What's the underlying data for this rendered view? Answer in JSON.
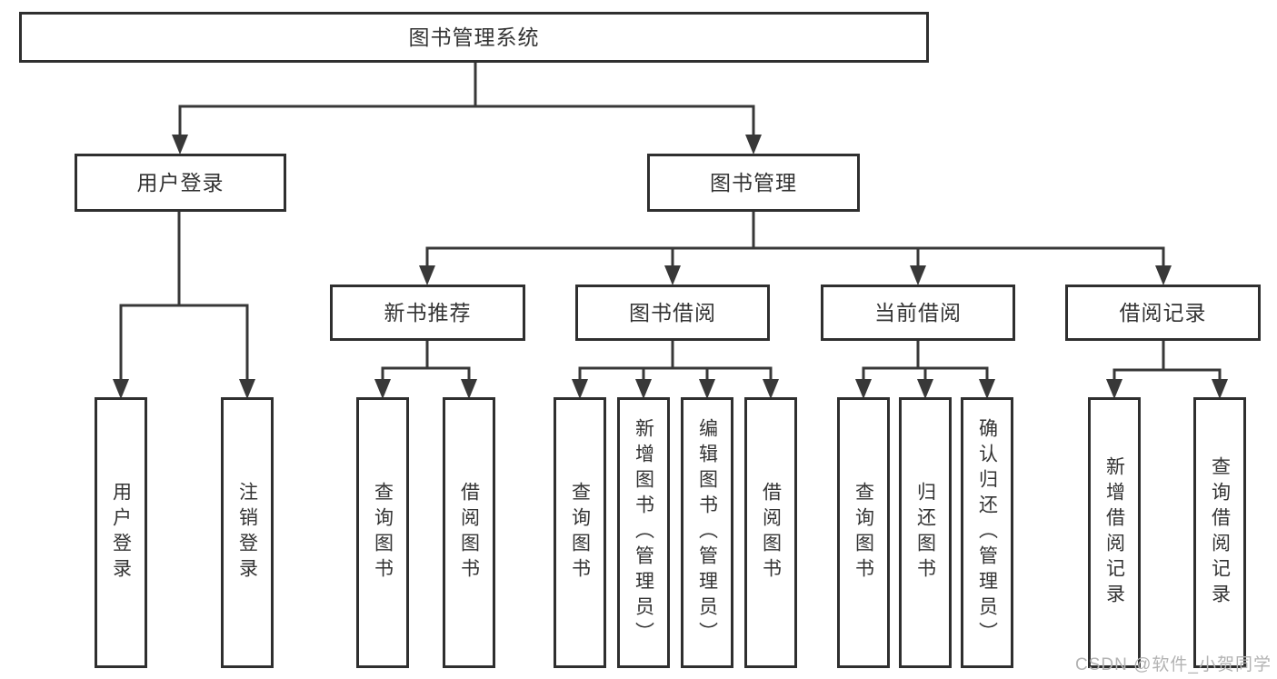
{
  "diagram": {
    "type": "tree",
    "root": {
      "label": "图书管理系统"
    },
    "level2": [
      {
        "label": "用户登录",
        "parent": "图书管理系统"
      },
      {
        "label": "图书管理",
        "parent": "图书管理系统"
      }
    ],
    "level3": [
      {
        "label": "新书推荐",
        "parent": "图书管理"
      },
      {
        "label": "图书借阅",
        "parent": "图书管理"
      },
      {
        "label": "当前借阅",
        "parent": "图书管理"
      },
      {
        "label": "借阅记录",
        "parent": "图书管理"
      }
    ],
    "leaves": [
      {
        "label": "用户登录",
        "parent": "用户登录"
      },
      {
        "label": "注销登录",
        "parent": "用户登录"
      },
      {
        "label": "查询图书",
        "parent": "新书推荐"
      },
      {
        "label": "借阅图书",
        "parent": "新书推荐"
      },
      {
        "label": "查询图书",
        "parent": "图书借阅"
      },
      {
        "label": "新增图书（管理员）",
        "parent": "图书借阅"
      },
      {
        "label": "编辑图书（管理员）",
        "parent": "图书借阅"
      },
      {
        "label": "借阅图书",
        "parent": "图书借阅"
      },
      {
        "label": "查询图书",
        "parent": "当前借阅"
      },
      {
        "label": "归还图书",
        "parent": "当前借阅"
      },
      {
        "label": "确认归还（管理员）",
        "parent": "当前借阅"
      },
      {
        "label": "新增借阅记录",
        "parent": "借阅记录"
      },
      {
        "label": "查询借阅记录",
        "parent": "借阅记录"
      }
    ]
  },
  "watermark": "CSDN @软件_小贺同学",
  "colors": {
    "line": "#383838",
    "box_border": "#2f2f2f",
    "text": "#333333",
    "watermark": "#b3b3b3",
    "background": "#ffffff"
  }
}
